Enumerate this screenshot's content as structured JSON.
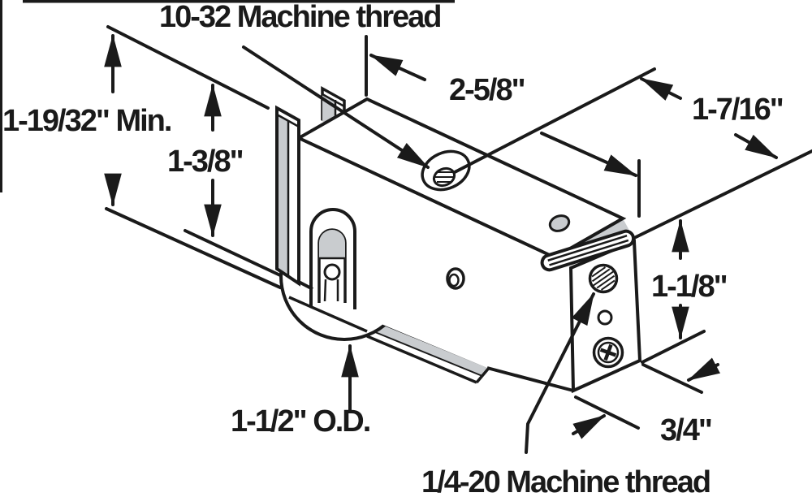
{
  "diagram": {
    "title": "Sliding door roller assembly dimension diagram",
    "labels": {
      "thread_top": "10-32 Machine thread",
      "min_height": "1-19/32\" Min.",
      "height_138": "1-3/8\"",
      "length_258": "2-5/8\"",
      "dist_716": "1-7/16\"",
      "height_118": "1-1/8\"",
      "wheel_od": "1-1/2\" O.D.",
      "depth_34": "3/4\"",
      "thread_bottom": "1/4-20 Machine thread"
    },
    "colors": {
      "line": "#1a1a1a",
      "shade": "#c9cccf",
      "bg": "#ffffff"
    }
  }
}
